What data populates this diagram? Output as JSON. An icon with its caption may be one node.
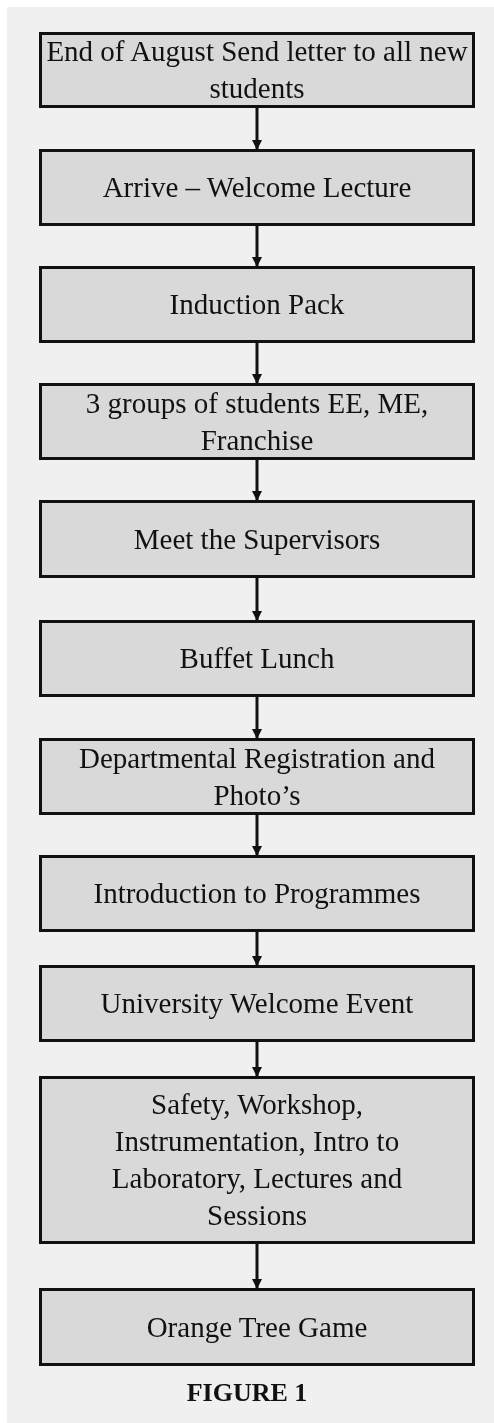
{
  "diagram": {
    "caption": "FIGURE 1",
    "nodes": [
      {
        "text": [
          "End of August Send letter to all new students"
        ]
      },
      {
        "text": [
          "Arrive – Welcome Lecture"
        ]
      },
      {
        "text": [
          "Induction Pack"
        ]
      },
      {
        "text": [
          "3 groups of students EE, ME, Franchise"
        ]
      },
      {
        "text": [
          "Meet the Supervisors"
        ]
      },
      {
        "text": [
          "Buffet Lunch"
        ]
      },
      {
        "text": [
          "Departmental Registration and Photo’s"
        ]
      },
      {
        "text": [
          "Introduction to Programmes"
        ]
      },
      {
        "text": [
          "University Welcome Event"
        ]
      },
      {
        "text": [
          "Safety, Workshop, Instrumentation, Intro to Laboratory, Lectures and Sessions"
        ]
      },
      {
        "text": [
          "Orange Tree Game"
        ]
      }
    ],
    "edges": [
      {
        "from": 0,
        "to": 1,
        "arrow": "to"
      },
      {
        "from": 1,
        "to": 2,
        "arrow": "to"
      },
      {
        "from": 2,
        "to": 3,
        "arrow": "to"
      },
      {
        "from": 3,
        "to": 4,
        "arrow": "to"
      },
      {
        "from": 4,
        "to": 5,
        "arrow": "to"
      },
      {
        "from": 5,
        "to": 6,
        "arrow": "to"
      },
      {
        "from": 6,
        "to": 7,
        "arrow": "to"
      },
      {
        "from": 7,
        "to": 8,
        "arrow": "to"
      },
      {
        "from": 8,
        "to": 9,
        "arrow": "to"
      },
      {
        "from": 9,
        "to": 10,
        "arrow": "to"
      }
    ]
  }
}
